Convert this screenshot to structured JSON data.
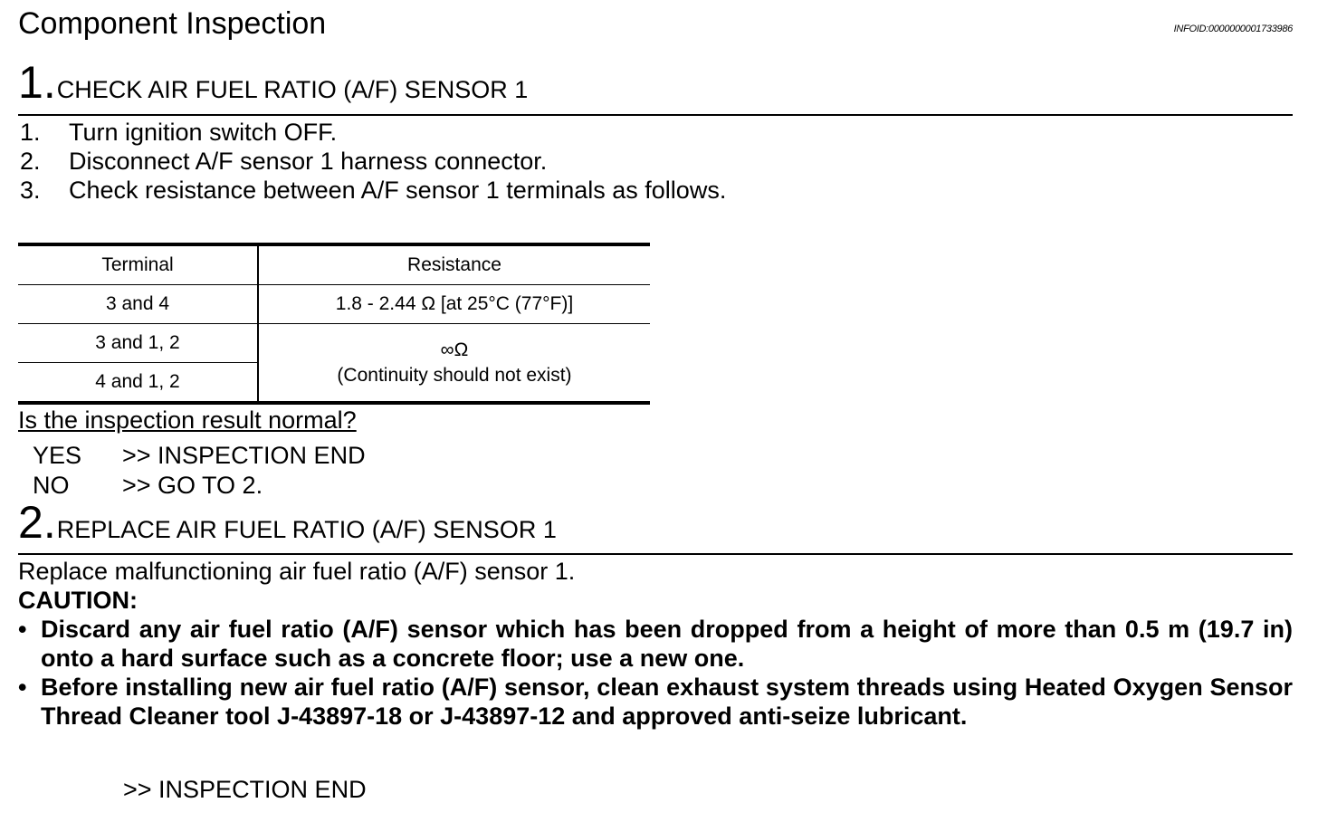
{
  "header": {
    "title": "Component Inspection",
    "info_id": "INFOID:0000000001733986"
  },
  "step1": {
    "number": "1",
    "heading": "CHECK AIR FUEL RATIO (A/F) SENSOR 1",
    "procedure": [
      {
        "num": "1.",
        "text": "Turn ignition switch OFF."
      },
      {
        "num": "2.",
        "text": "Disconnect A/F sensor 1 harness connector."
      },
      {
        "num": "3.",
        "text": "Check resistance between A/F sensor 1 terminals as follows."
      }
    ],
    "table": {
      "headers": [
        "Terminal",
        "Resistance"
      ],
      "rows": [
        {
          "terminal": "3 and 4",
          "resistance": "1.8 - 2.44 Ω [at 25°C (77°F)]"
        },
        {
          "terminal": "3 and 1, 2"
        },
        {
          "terminal": "4 and 1, 2"
        }
      ],
      "merged_resistance_line1": "∞Ω",
      "merged_resistance_line2": "(Continuity should not exist)"
    },
    "question": "Is the inspection result normal?",
    "answers": [
      {
        "key": "YES",
        "value": ">> INSPECTION END"
      },
      {
        "key": "NO",
        "value": ">> GO TO 2."
      }
    ]
  },
  "step2": {
    "number": "2",
    "heading": "REPLACE AIR FUEL RATIO (A/F) SENSOR 1",
    "body": "Replace malfunctioning air fuel ratio (A/F) sensor 1.",
    "caution_label": "CAUTION:",
    "cautions": [
      "Discard any air fuel ratio (A/F) sensor which has been dropped from a height of more than 0.5 m (19.7 in) onto a hard surface such as a concrete floor; use a new one.",
      "Before installing new air fuel ratio (A/F) sensor, clean exhaust system threads using Heated Oxygen Sensor Thread Cleaner tool J-43897-18 or J-43897-12 and approved anti-seize lubricant."
    ],
    "bullet": "•",
    "end_text": ">> INSPECTION END"
  }
}
